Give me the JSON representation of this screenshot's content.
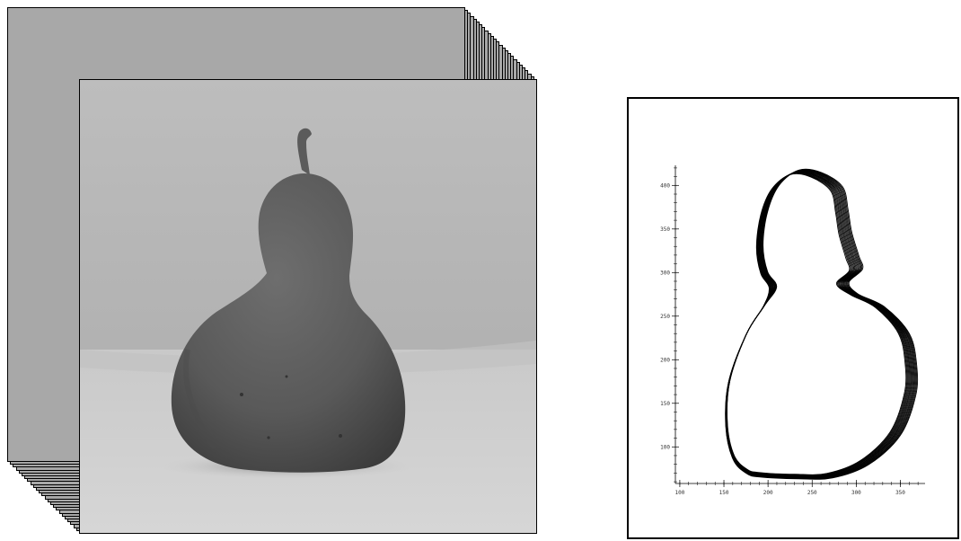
{
  "figure": {
    "left_panel": {
      "subject": "gourd",
      "stack_frames": 26,
      "frame_fill": "#a8a8a8"
    },
    "right_panel": {
      "contour_count": 14,
      "line_color": "#000000"
    }
  },
  "chart_data": {
    "type": "line",
    "x_ticks": [
      "100",
      "150",
      "200",
      "250",
      "300",
      "350"
    ],
    "y_ticks": [
      "100",
      "150",
      "200",
      "250",
      "300",
      "350",
      "400"
    ],
    "xlim": [
      95,
      378
    ],
    "ylim": [
      58,
      423
    ],
    "series": [
      {
        "x": [
          230,
          255,
          278,
          284,
          288,
          296,
          300,
          285,
          298,
          328,
          355,
          363,
          362,
          345,
          310,
          270,
          232,
          190,
          175,
          160,
          152,
          155,
          175,
          195,
          205,
          195,
          190,
          195,
          208,
          230
        ],
        "y": [
          415,
          412,
          396,
          370,
          345,
          318,
          303,
          288,
          275,
          260,
          230,
          195,
          160,
          115,
          82,
          67,
          66,
          68,
          72,
          88,
          125,
          175,
          230,
          262,
          283,
          300,
          330,
          368,
          398,
          415
        ]
      }
    ]
  }
}
